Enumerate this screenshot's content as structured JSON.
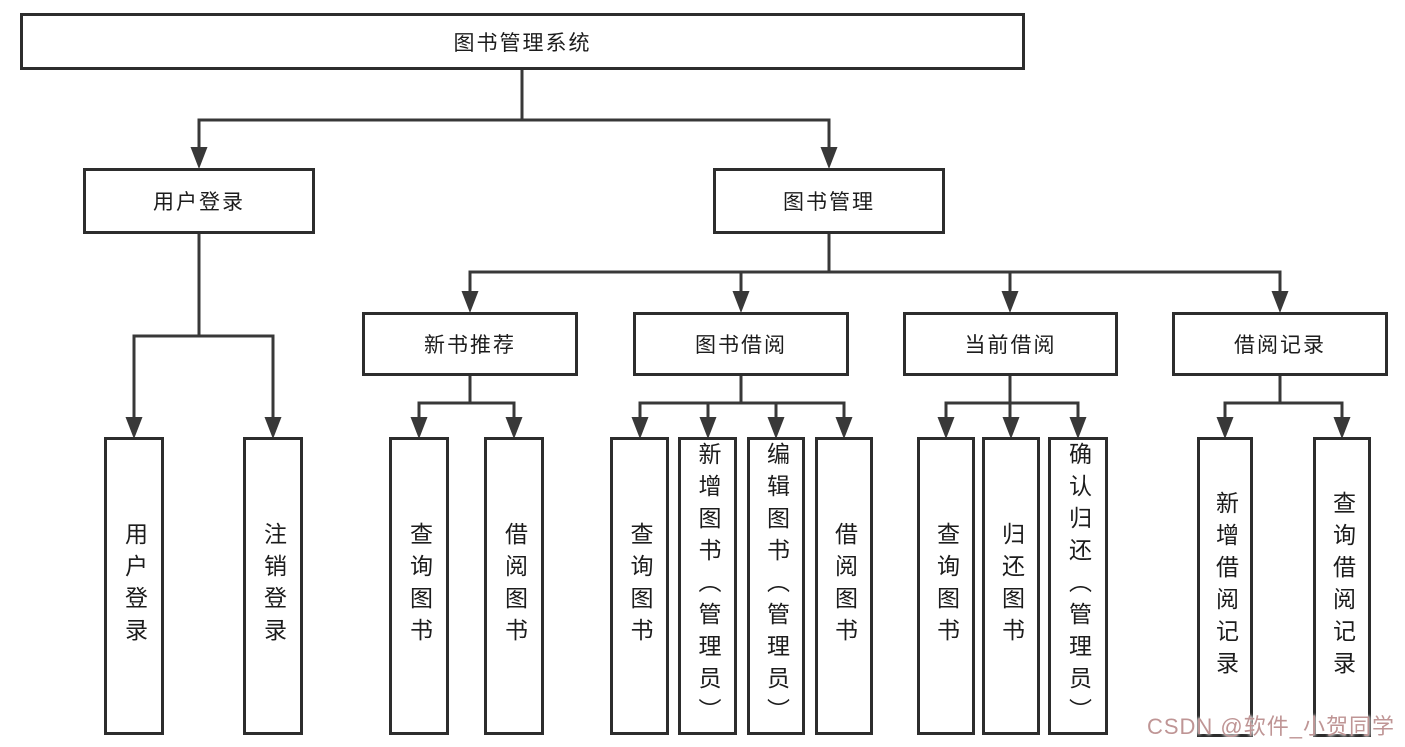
{
  "colors": {
    "line": "#383838",
    "box_border": "#2d2d2d",
    "text": "#1c1c1c",
    "background": "#ffffff",
    "watermark": "#bf9595"
  },
  "root": {
    "label": "图书管理系统"
  },
  "user_login": {
    "label": "用户登录",
    "children": [
      "用户登录",
      "注销登录"
    ]
  },
  "book_mgmt": {
    "label": "图书管理",
    "sections": [
      {
        "label": "新书推荐",
        "children": [
          "查询图书",
          "借阅图书"
        ]
      },
      {
        "label": "图书借阅",
        "children": [
          "查询图书",
          "新增图书（管理员）",
          "编辑图书（管理员）",
          "借阅图书"
        ]
      },
      {
        "label": "当前借阅",
        "children": [
          "查询图书",
          "归还图书",
          "确认归还（管理员）"
        ]
      },
      {
        "label": "借阅记录",
        "children": [
          "新增借阅记录",
          "查询借阅记录"
        ]
      }
    ]
  },
  "watermark": "CSDN @软件_小贺同学"
}
